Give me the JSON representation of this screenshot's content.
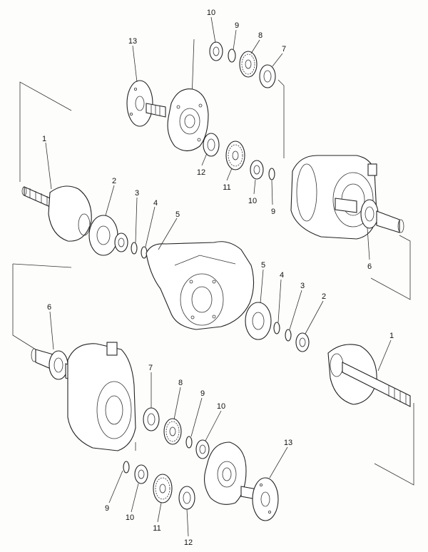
{
  "callouts": {
    "c1a": "1",
    "c2a": "2",
    "c3a": "3",
    "c4a": "4",
    "c5a": "5",
    "c6a": "6",
    "c7a": "7",
    "c8a": "8",
    "c9a": "9",
    "c9b": "9",
    "c10a": "10",
    "c10b": "10",
    "c11a": "11",
    "c12a": "12",
    "c13a": "13",
    "c1b": "1",
    "c2b": "2",
    "c3b": "3",
    "c4b": "4",
    "c5b": "5",
    "c6b": "6",
    "c7b": "7",
    "c8b": "8",
    "c9c": "9",
    "c9d": "9",
    "c10c": "10",
    "c10d": "10",
    "c11b": "11",
    "c12b": "12",
    "c13b": "13"
  }
}
